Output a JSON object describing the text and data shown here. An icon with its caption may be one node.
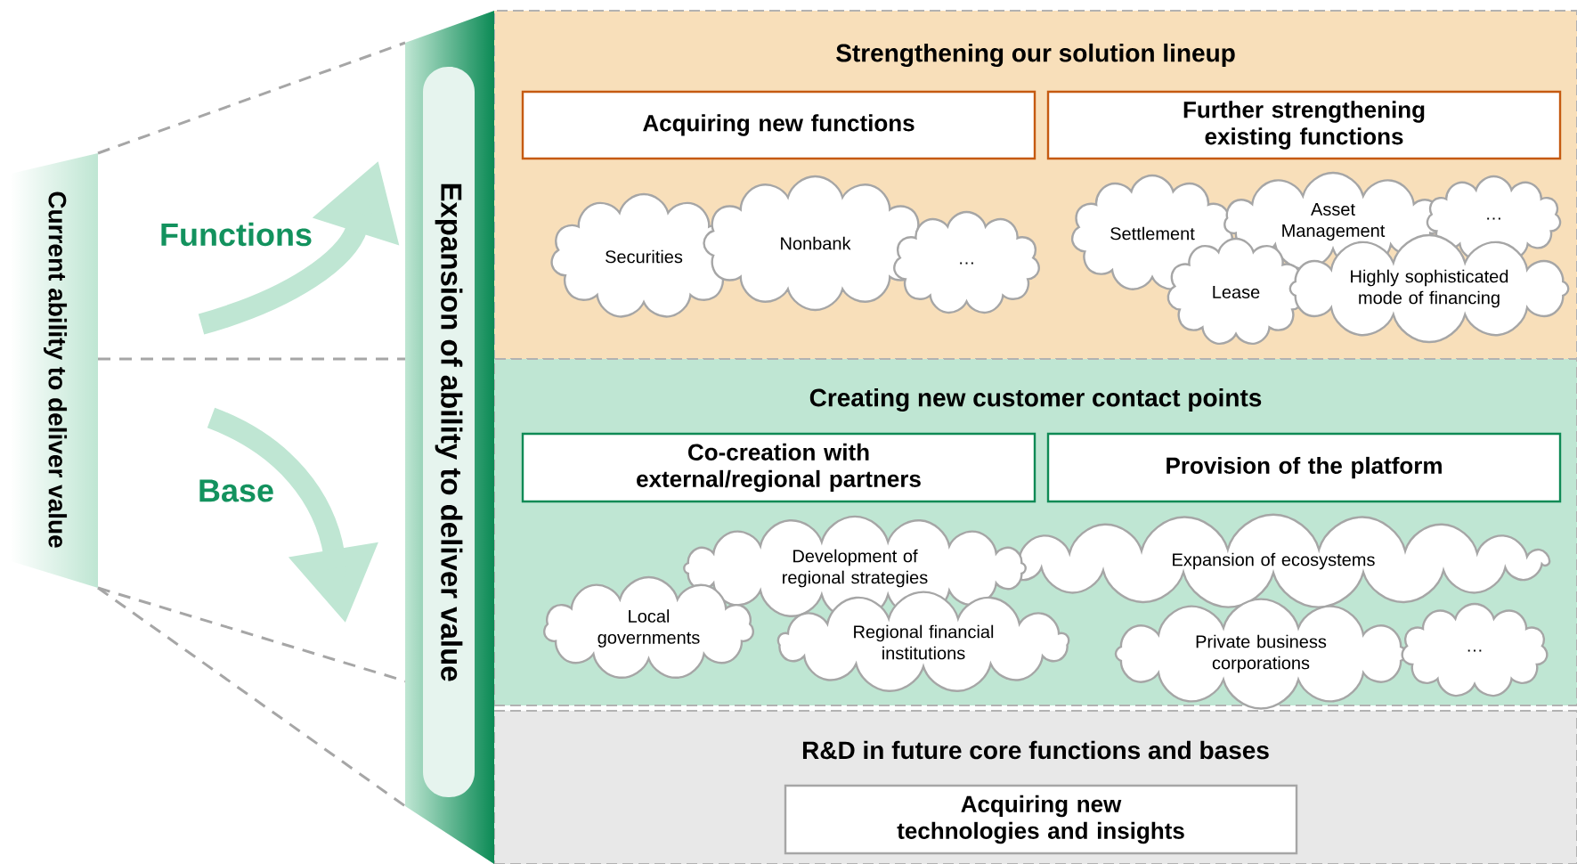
{
  "diagram": {
    "nodes": [
      {
        "text": [
          "Strengthening our solution lineup"
        ]
      },
      {
        "text": [
          "Acquiring new functions"
        ],
        "in": 0
      },
      {
        "text": [
          "Further strengthening existing functions"
        ],
        "in": 0
      },
      {
        "text": [
          "Securities"
        ],
        "in": 0
      },
      {
        "text": [
          "Nonbank"
        ],
        "in": 0
      },
      {
        "text": [
          "…"
        ],
        "in": 0
      },
      {
        "text": [
          "Settlement"
        ],
        "in": 0
      },
      {
        "text": [
          "Asset Management"
        ],
        "in": 0
      },
      {
        "text": [
          "…"
        ],
        "in": 0
      },
      {
        "text": [
          "Lease"
        ],
        "in": 0
      },
      {
        "text": [
          "Highly sophisticated mode of financing"
        ],
        "in": 0
      },
      {
        "text": [
          "Creating new customer contact points"
        ]
      },
      {
        "text": [
          "Co-creation with external/regional partners"
        ],
        "in": 11
      },
      {
        "text": [
          "Provision of the platform"
        ],
        "in": 11
      },
      {
        "text": [
          "Development of regional strategies"
        ],
        "in": 11
      },
      {
        "text": [
          "Expansion of ecosystems"
        ],
        "in": 11
      },
      {
        "text": [
          "Local governments"
        ],
        "in": 11
      },
      {
        "text": [
          "Regional financial institutions"
        ],
        "in": 11
      },
      {
        "text": [
          "Private business corporations"
        ],
        "in": 11
      },
      {
        "text": [
          "…"
        ],
        "in": 11
      },
      {
        "text": [
          "R&D in future core functions and bases"
        ]
      },
      {
        "text": [
          "Acquiring new technologies and insights"
        ],
        "in": 20
      },
      {
        "text": [
          "Current ability to deliver value"
        ]
      },
      {
        "text": [
          "Expansion of ability to deliver value"
        ]
      }
    ],
    "labels": [
      "Functions",
      "Base"
    ]
  }
}
